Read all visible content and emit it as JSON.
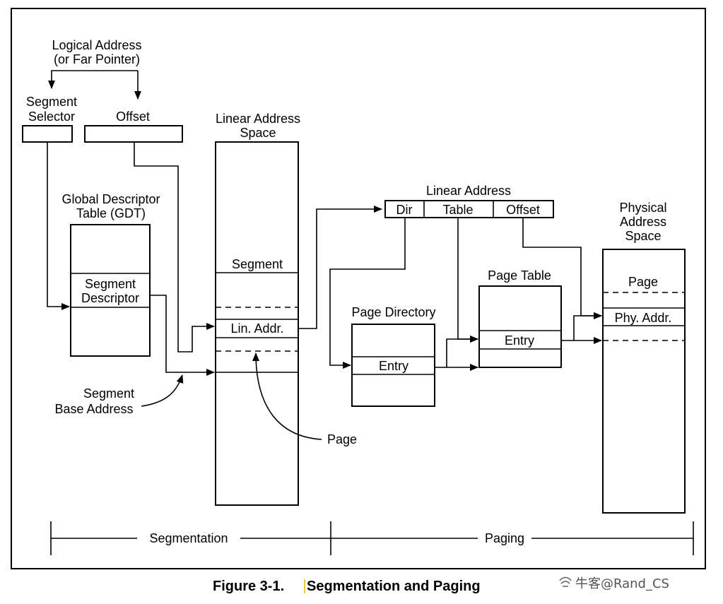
{
  "logical_address": {
    "line1": "Logical Address",
    "line2": "(or Far Pointer)"
  },
  "segment_selector": {
    "line1": "Segment",
    "line2": "Selector"
  },
  "offset_label": "Offset",
  "gdt": {
    "line1": "Global Descriptor",
    "line2": "Table (GDT)",
    "entry_line1": "Segment",
    "entry_line2": "Descriptor"
  },
  "linear_space": {
    "line1": "Linear Address",
    "line2": "Space",
    "segment": "Segment",
    "lin_addr": "Lin. Addr."
  },
  "segment_base": {
    "line1": "Segment",
    "line2": "Base Address"
  },
  "page_label": "Page",
  "linear_address": {
    "title": "Linear Address",
    "fields": [
      "Dir",
      "Table",
      "Offset"
    ]
  },
  "page_directory": {
    "title": "Page Directory",
    "entry": "Entry"
  },
  "page_table": {
    "title": "Page Table",
    "entry": "Entry"
  },
  "physical_space": {
    "line1": "Physical",
    "line2": "Address",
    "line3": "Space",
    "page": "Page",
    "phy_addr": "Phy. Addr."
  },
  "bottom": {
    "segmentation": "Segmentation",
    "paging": "Paging"
  },
  "caption": {
    "number": "Figure 3-1.",
    "title": "Segmentation and Paging"
  },
  "watermark": "牛客@Rand_CS"
}
